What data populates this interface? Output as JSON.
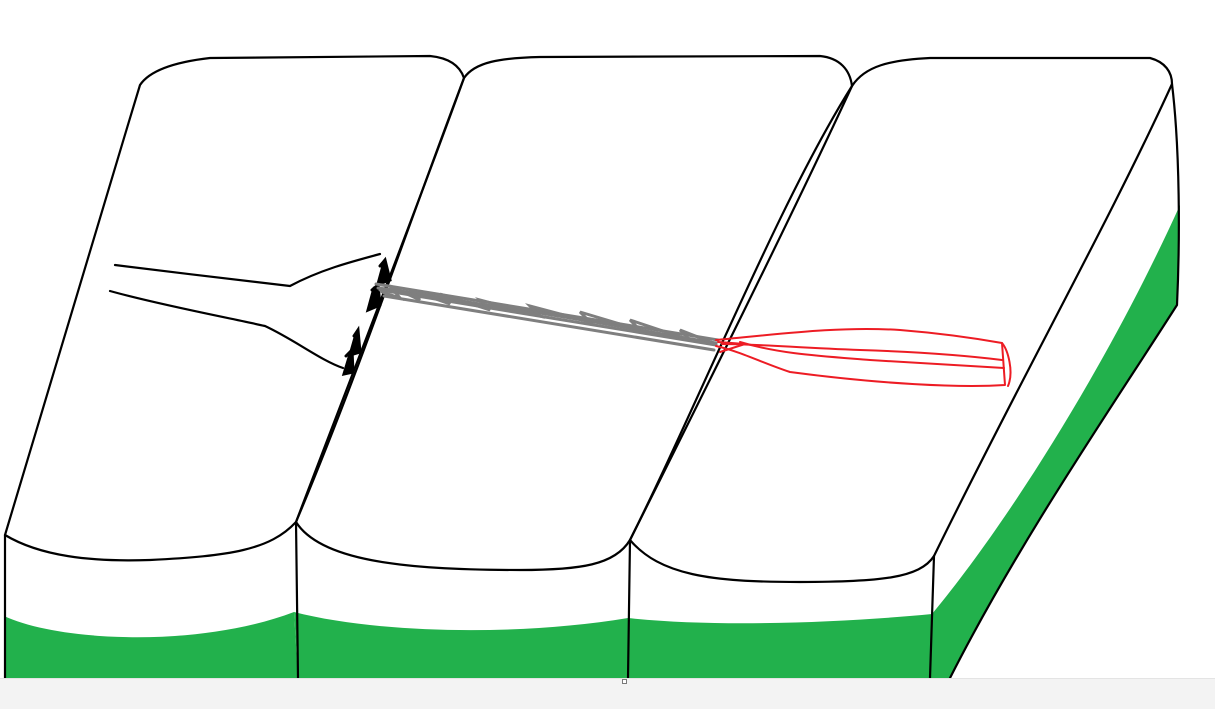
{
  "drawing": {
    "colors": {
      "background": "#ffffff",
      "outline": "#000000",
      "fill_green": "#22b14c",
      "scribble_gray": "#7f7f7f",
      "scribble_red": "#ed1c24",
      "status_strip": "#f3f3f3"
    },
    "objects": [
      "three-cushion-mattress",
      "fork-shape",
      "gray-scribble-bar",
      "red-cone-shape"
    ]
  }
}
